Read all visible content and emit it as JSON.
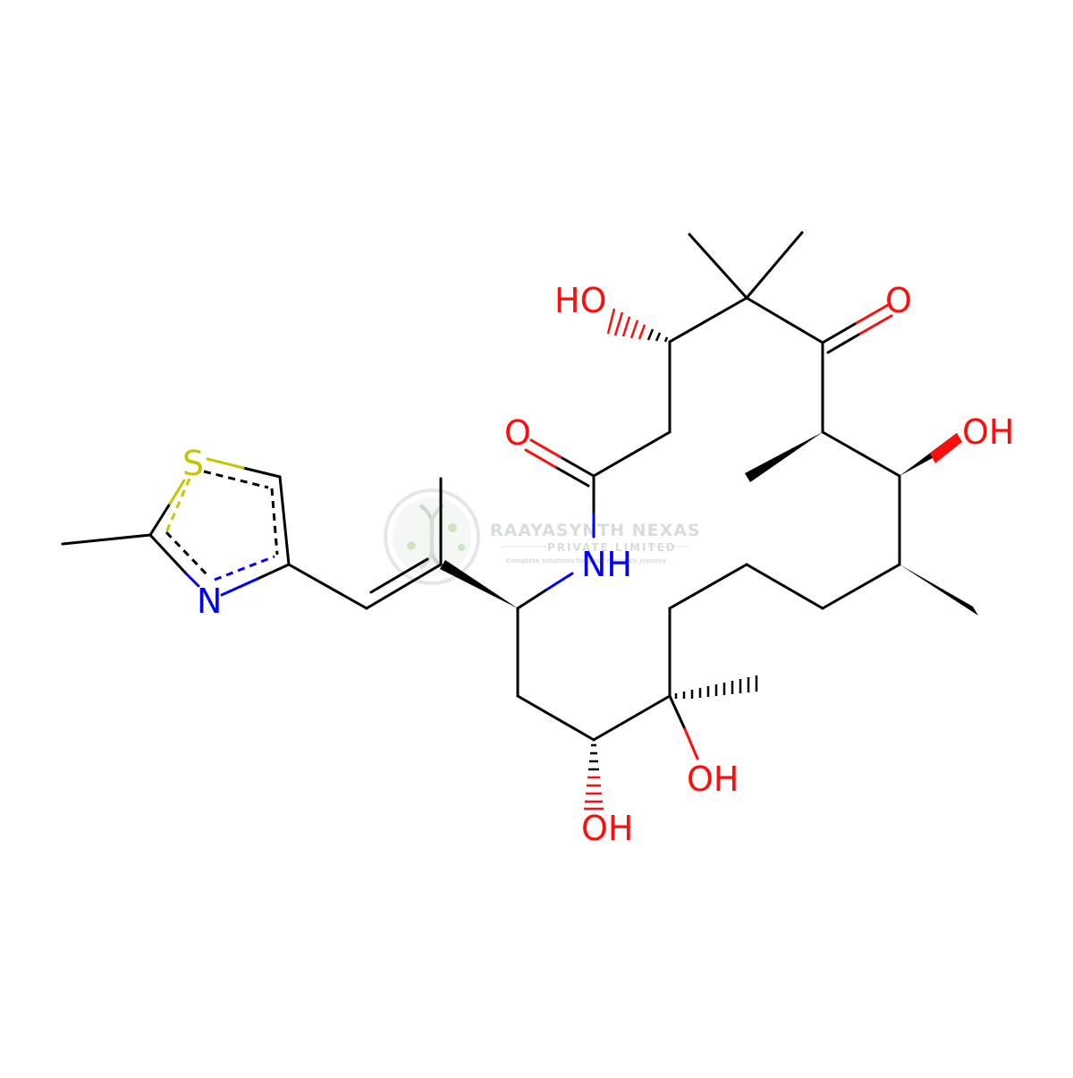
{
  "colors": {
    "bond": "#000000",
    "oxygen": "#ff0d0d",
    "nitrogen": "#0000ff",
    "sulfur": "#c6c600",
    "watermark": "#cfd6cf",
    "watermark_text": "#b8c2b8"
  },
  "atom_labels": {
    "ho_top": "HO",
    "o_ketone": "O",
    "oh_right": "OH",
    "o_amide": "O",
    "nh": "NH",
    "oh_bottom_center": "OH",
    "oh_bottom_right": "OH",
    "s_thiazole": "S",
    "n_thiazole": "N"
  },
  "watermark": {
    "logo_icon": "dna-helix-icon",
    "title": "RAAYASYNTH NEXAS",
    "subtitle": "PRIVATE LIMITED",
    "tagline": "Complete solutions for your research journey"
  }
}
